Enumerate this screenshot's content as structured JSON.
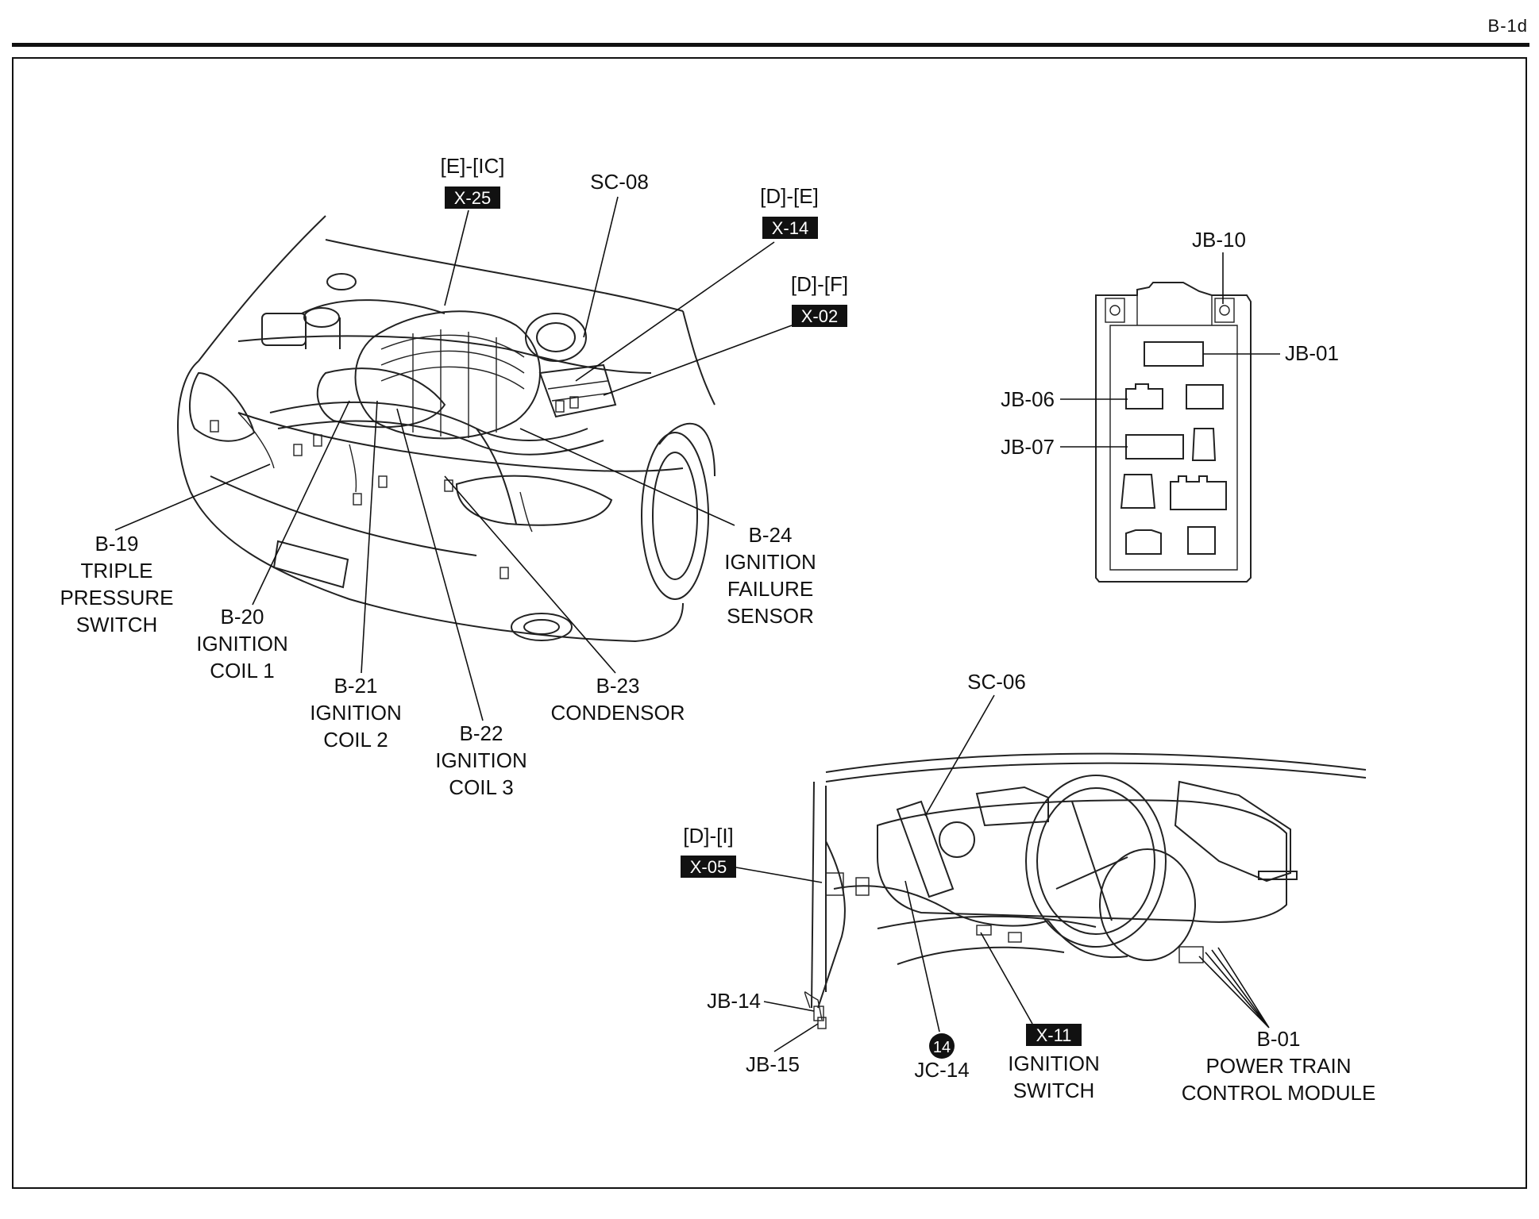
{
  "page": {
    "number": "B-1d"
  },
  "engine_view": {
    "callouts": {
      "x25": {
        "ref": "[E]-[IC]",
        "box": "X-25"
      },
      "sc08": {
        "label": "SC-08"
      },
      "x14": {
        "ref": "[D]-[E]",
        "box": "X-14"
      },
      "x02": {
        "ref": "[D]-[F]",
        "box": "X-02"
      },
      "b19": {
        "lines": [
          "B-19",
          "TRIPLE",
          "PRESSURE",
          "SWITCH"
        ]
      },
      "b20": {
        "lines": [
          "B-20",
          "IGNITION",
          "COIL 1"
        ]
      },
      "b21": {
        "lines": [
          "B-21",
          "IGNITION",
          "COIL 2"
        ]
      },
      "b22": {
        "lines": [
          "B-22",
          "IGNITION",
          "COIL 3"
        ]
      },
      "b23": {
        "lines": [
          "B-23",
          "CONDENSOR"
        ]
      },
      "b24": {
        "lines": [
          "B-24",
          "IGNITION",
          "FAILURE",
          "SENSOR"
        ]
      }
    }
  },
  "junction_block": {
    "callouts": {
      "jb10": "JB-10",
      "jb01": "JB-01",
      "jb06": "JB-06",
      "jb07": "JB-07"
    }
  },
  "dash_view": {
    "callouts": {
      "sc06": {
        "label": "SC-06"
      },
      "x05": {
        "ref": "[D]-[I]",
        "box": "X-05"
      },
      "jb14": "JB-14",
      "jb15": "JB-15",
      "jc14": {
        "badge": "14",
        "label": "JC-14"
      },
      "x11": {
        "box": "X-11",
        "lines": [
          "IGNITION",
          "SWITCH"
        ]
      },
      "b01": {
        "lines": [
          "B-01",
          "POWER TRAIN",
          "CONTROL MODULE"
        ]
      }
    }
  }
}
